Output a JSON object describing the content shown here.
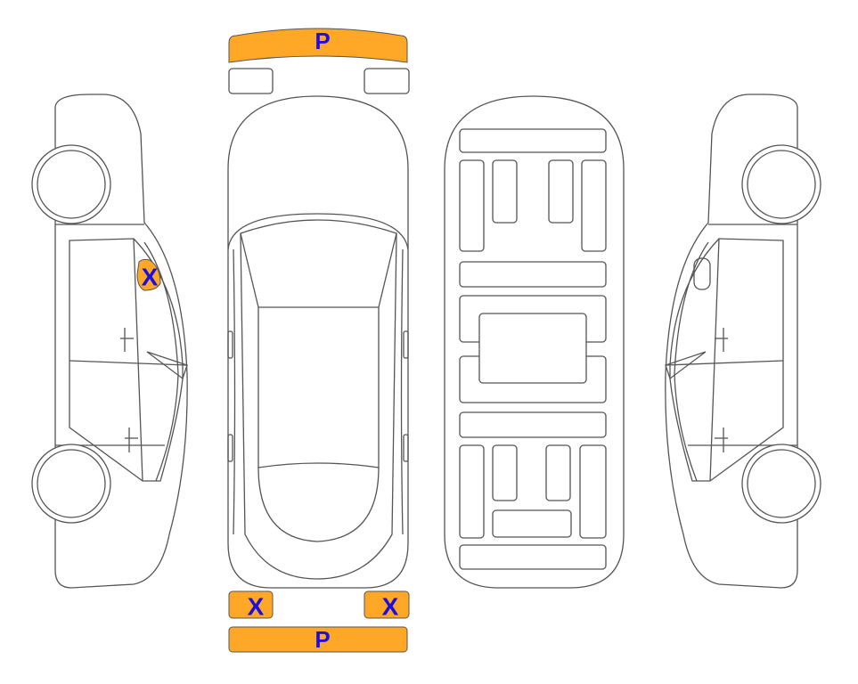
{
  "colors": {
    "marker_fill": "#ffa726",
    "marker_text": "#1a0fe0",
    "outline": "#555555"
  },
  "markers": {
    "front_bumper": "P",
    "rear_left_light": "X",
    "rear_right_light": "X",
    "rear_bumper": "P",
    "left_side_pillar": "X"
  }
}
